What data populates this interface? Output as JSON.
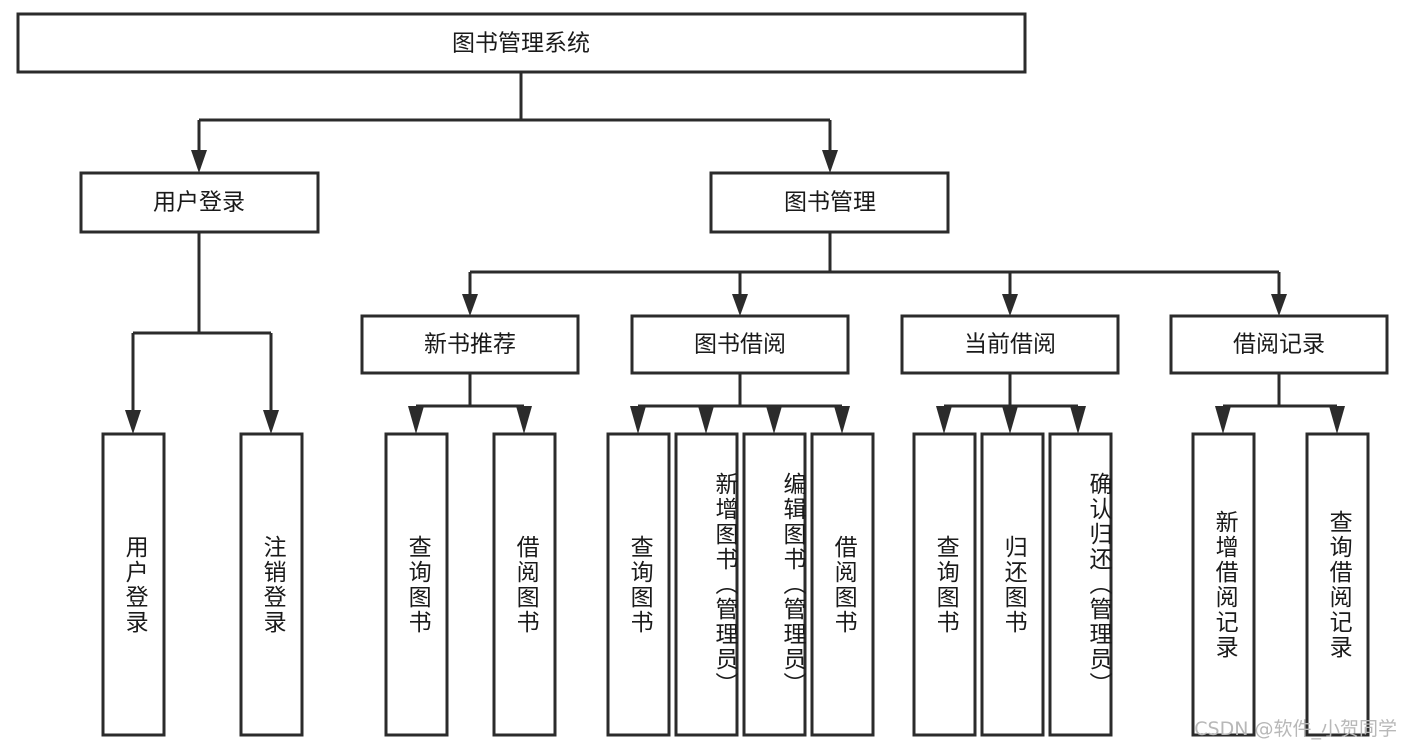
{
  "diagram": {
    "type": "tree",
    "title": "图书管理系统",
    "orientation": "top-down",
    "colors": {
      "box_stroke": "#2b2b2b",
      "box_fill": "#ffffff",
      "connector": "#2b2b2b",
      "text": "#1a1a1a",
      "watermark": "#b8b8b8",
      "background": "#ffffff"
    }
  },
  "root": {
    "label": "图书管理系统"
  },
  "level2": [
    {
      "id": "user-login",
      "label": "用户登录"
    },
    {
      "id": "book-manage",
      "label": "图书管理"
    }
  ],
  "level3": [
    {
      "id": "new-book-recommend",
      "label": "新书推荐",
      "parent": "book-manage"
    },
    {
      "id": "book-borrow",
      "label": "图书借阅",
      "parent": "book-manage"
    },
    {
      "id": "current-borrow",
      "label": "当前借阅",
      "parent": "book-manage"
    },
    {
      "id": "borrow-record",
      "label": "借阅记录",
      "parent": "book-manage"
    }
  ],
  "leaves": {
    "user_login": [
      {
        "id": "leaf-user-login",
        "label": "用户登录"
      },
      {
        "id": "leaf-logout",
        "label": "注销登录"
      }
    ],
    "new_book_recommend": [
      {
        "id": "leaf-query-book-1",
        "label": "查询图书"
      },
      {
        "id": "leaf-borrow-book-1",
        "label": "借阅图书"
      }
    ],
    "book_borrow": [
      {
        "id": "leaf-query-book-2",
        "label": "查询图书"
      },
      {
        "id": "leaf-add-book",
        "label": "新增图书（管理员）"
      },
      {
        "id": "leaf-edit-book",
        "label": "编辑图书（管理员）"
      },
      {
        "id": "leaf-borrow-book-2",
        "label": "借阅图书"
      }
    ],
    "current_borrow": [
      {
        "id": "leaf-query-book-3",
        "label": "查询图书"
      },
      {
        "id": "leaf-return-book",
        "label": "归还图书"
      },
      {
        "id": "leaf-confirm-return",
        "label": "确认归还（管理员）"
      }
    ],
    "borrow_record": [
      {
        "id": "leaf-add-record",
        "label": "新增借阅记录"
      },
      {
        "id": "leaf-query-record",
        "label": "查询借阅记录"
      }
    ]
  },
  "watermark": {
    "text": "CSDN @软件_小贺同学"
  }
}
